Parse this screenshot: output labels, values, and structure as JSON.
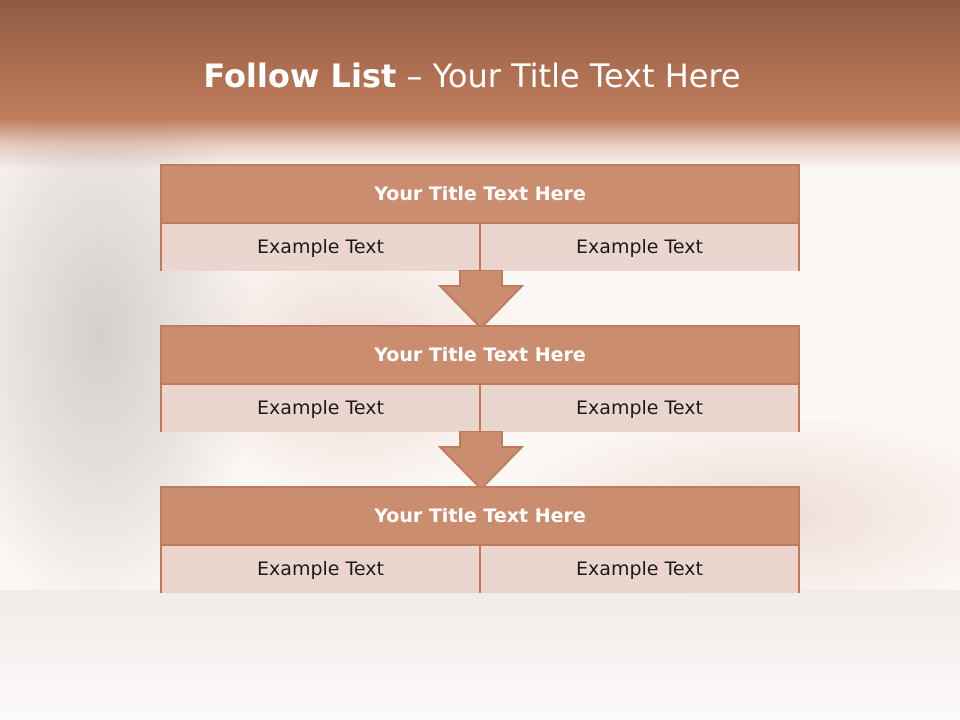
{
  "slide": {
    "title_bold": "Follow List",
    "title_rest": "– Your Title Text Here"
  },
  "steps": [
    {
      "title": "Your Title Text Here",
      "left": "Example Text",
      "right": "Example Text"
    },
    {
      "title": "Your Title Text Here",
      "left": "Example Text",
      "right": "Example Text"
    },
    {
      "title": "Your Title Text Here",
      "left": "Example Text",
      "right": "Example Text"
    }
  ],
  "colors": {
    "header": "#b2714f",
    "block_title": "#cb8d70",
    "block_cell": "#ead6cf",
    "border": "#c07b5d"
  }
}
